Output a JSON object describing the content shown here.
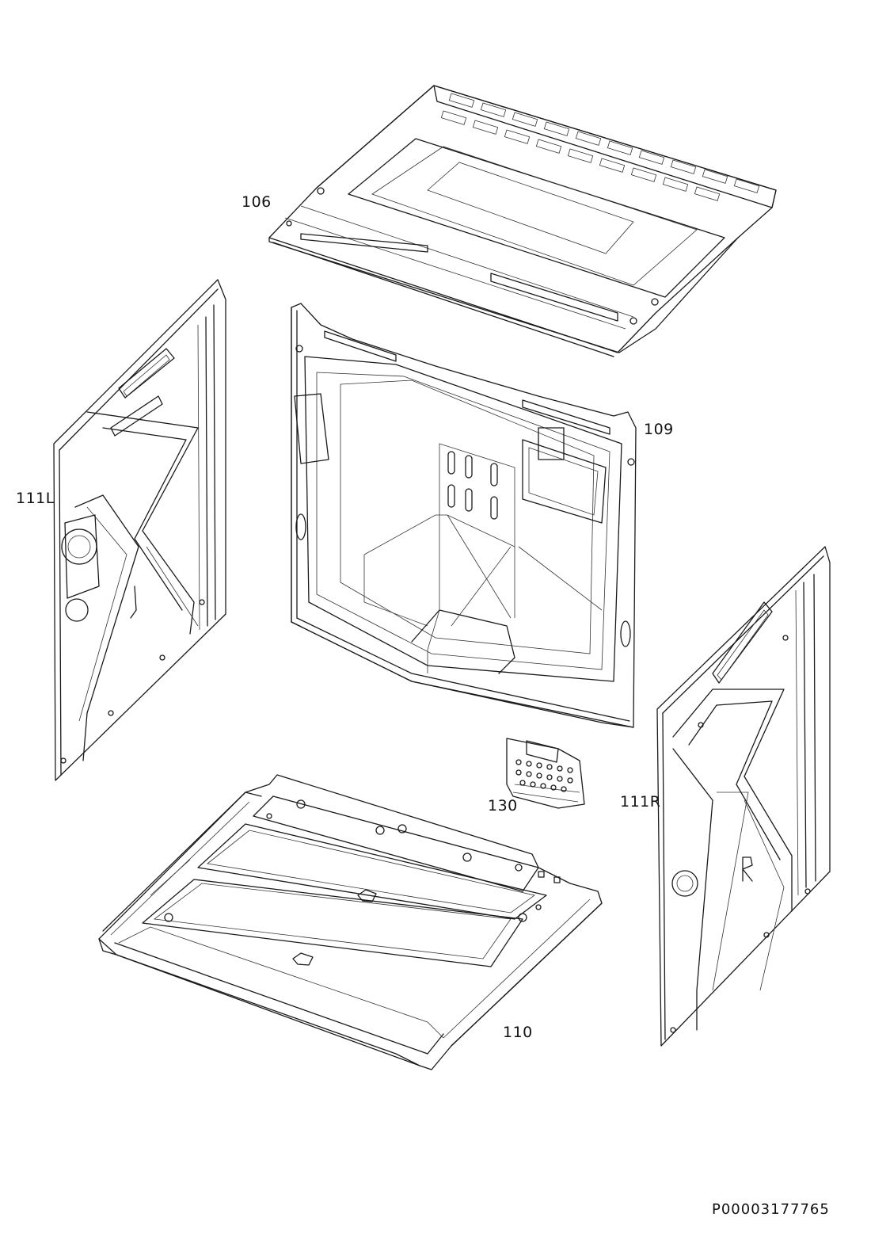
{
  "diagram": {
    "parts": [
      {
        "id": "106",
        "label": "106"
      },
      {
        "id": "109",
        "label": "109"
      },
      {
        "id": "111L",
        "label": "111L"
      },
      {
        "id": "111R",
        "label": "111R"
      },
      {
        "id": "130",
        "label": "130"
      },
      {
        "id": "110",
        "label": "110"
      }
    ],
    "reference_code": "P00003177765",
    "colors": {
      "line": "#1a1a1a",
      "background": "#ffffff"
    }
  }
}
